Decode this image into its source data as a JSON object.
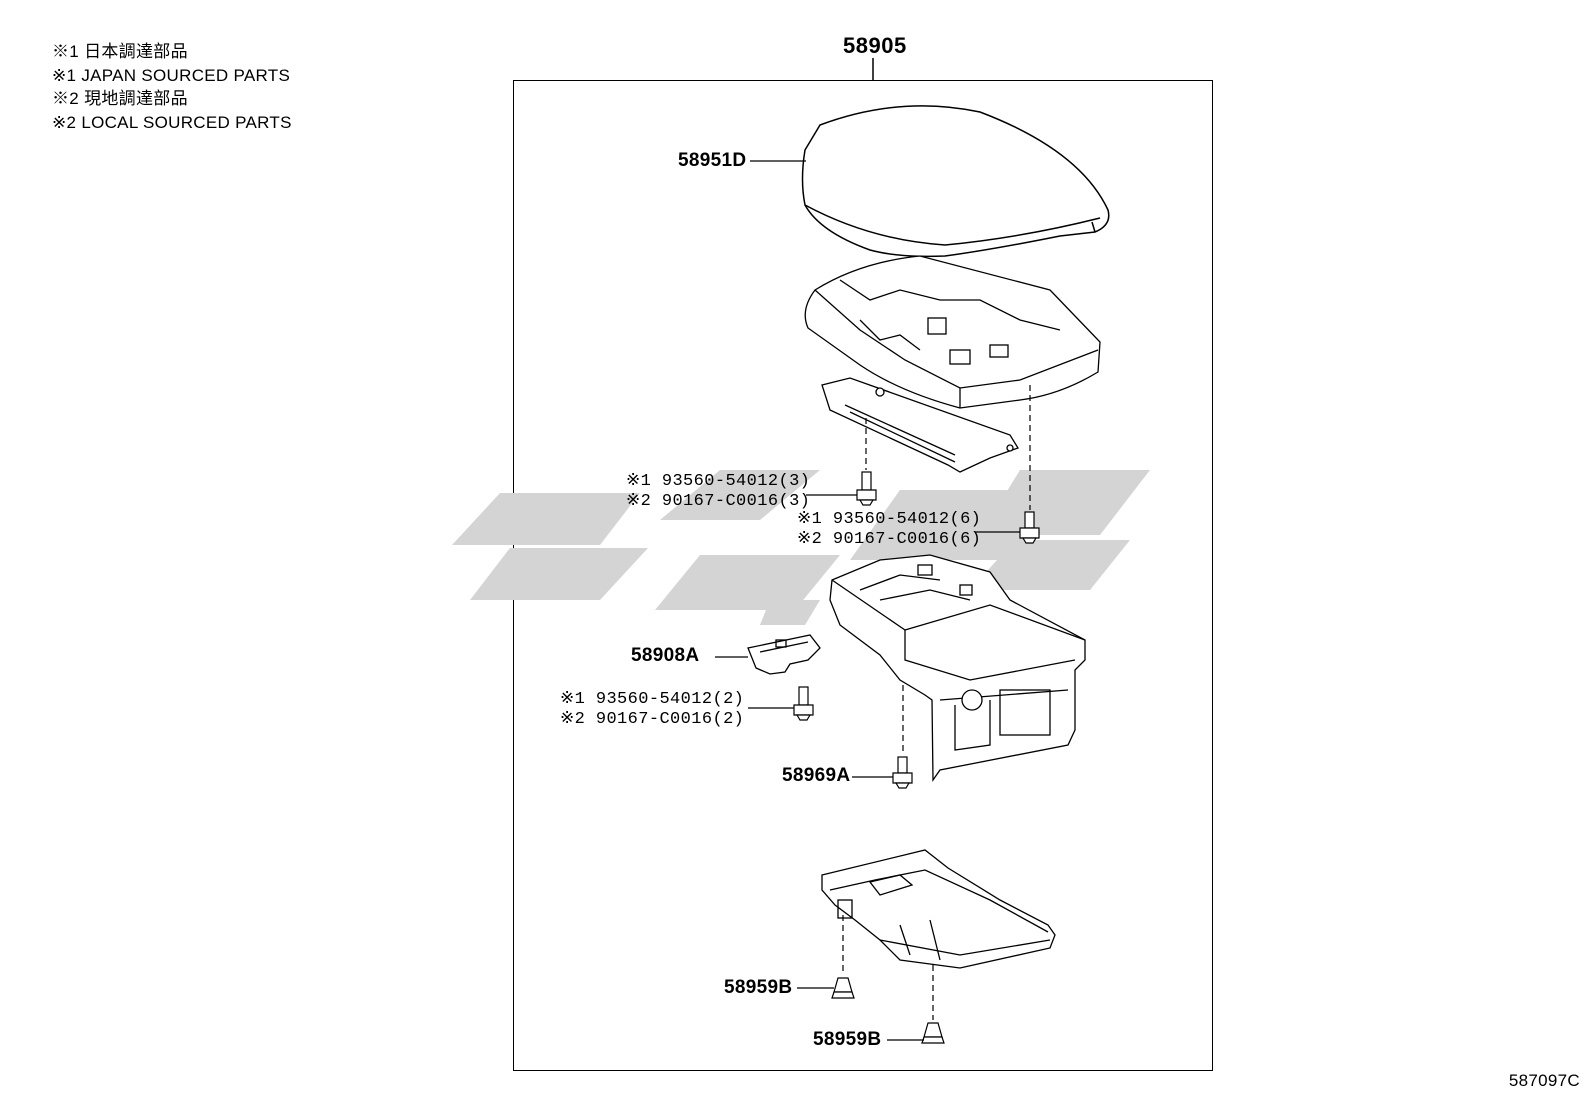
{
  "legend": [
    "※1 日本調達部品",
    "※1 JAPAN SOURCED PARTS",
    "※2 現地調達部品",
    "※2 LOCAL SOURCED PARTS"
  ],
  "assembly_number": "58905",
  "parts": {
    "lid": "58951D",
    "hinge_bracket": "58908A",
    "bolt_lower": "58969A",
    "clip_1": "58959B",
    "clip_2": "58959B"
  },
  "fasteners": {
    "upper_left": {
      "line1": "※1 93560-54012(3)",
      "line2": "※2 90167-C0016(3)"
    },
    "upper_right": {
      "line1": "※1 93560-54012(6)",
      "line2": "※2 90167-C0016(6)"
    },
    "middle_left": {
      "line1": "※1 93560-54012(2)",
      "line2": "※2 90167-C0016(2)"
    }
  },
  "reference_code": "587097C"
}
